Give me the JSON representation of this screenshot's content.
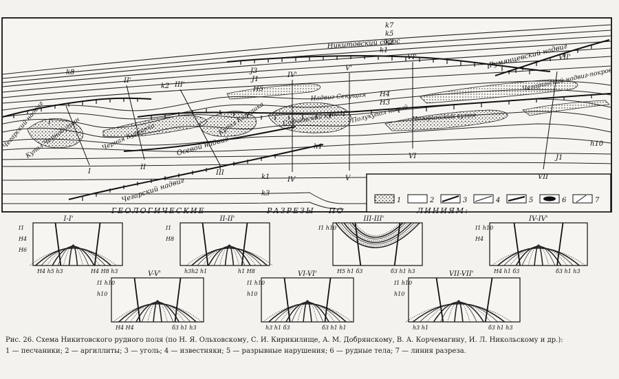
{
  "map": {
    "faults": {
      "nikitovsky_sbros": "Никитовский сброс",
      "rumyantsev": "Румянцевский надвиг",
      "chegarsky": "Чегарский надвиг",
      "oseva": "Осевой надвиг",
      "chegar_left": "Чегарский надвиг",
      "right_lower": "Чегаринский надвиг-покров"
    },
    "domes": {
      "chernobugrin": "Купол Чернобугрин",
      "chernaya_kurgan": "Черная Курганка",
      "kupol_katushka": "Купол Катушка",
      "sofievsky": "Софиевский купол",
      "poluk": "Полукупол новый",
      "chegarinsky": "Чегаринский купол",
      "sekuzaya": "Надвиг Секущая"
    },
    "beds": {
      "k7": "k7",
      "k5": "k5",
      "k2": "k2",
      "k1": "k1",
      "k8": "k8",
      "k3": "k3",
      "k1b": "k1",
      "j3": "J3",
      "j1": "J1",
      "h5": "H5",
      "h4": "H4",
      "h3": "H3",
      "h10": "h10",
      "h1": "h1",
      "j1b": "J1",
      "k2b": "k2"
    },
    "lines": {
      "I_top": "I'",
      "I_bot": "I",
      "II_top": "II'",
      "II_bot": "II",
      "III_top": "III'",
      "III_bot": "III",
      "IV_top": "IV'",
      "IV_bot": "IV",
      "V_top": "V'",
      "V_bot": "V",
      "VI_top": "VI'",
      "VI_bot": "VI",
      "VII_top": "VII'",
      "VII_bot": "VII"
    },
    "legend_numbers": [
      "1",
      "2",
      "3",
      "4",
      "5",
      "6",
      "7"
    ]
  },
  "sections_header": {
    "w1": "ГЕОЛОГИЧЕСКИЕ",
    "w2": "РАЗРЕЗЫ",
    "w3": "ПО",
    "w4": "ЛИНИЯМ:"
  },
  "insets": [
    {
      "title": "I-I'",
      "left_labels": [
        "I1",
        "H4",
        "H6"
      ],
      "bottom": "H4 h5 h3",
      "right": "H4 H8 h3"
    },
    {
      "title": "II-II'",
      "left_labels": [
        "I1",
        "H8"
      ],
      "bottom": "h3h2 h1",
      "right": "h1 H8"
    },
    {
      "title": "III-III'",
      "left_labels": [
        "I1 h10"
      ],
      "bottom": "H5 h1 б3",
      "right": "б3 h1 h3"
    },
    {
      "title": "IV-IV'",
      "left_labels": [
        "I1 h10",
        "H4"
      ],
      "bottom": "H4 h1 б3",
      "right": "б3 h1 h3"
    },
    {
      "title": "V-V'",
      "left_labels": [
        "I1 h10",
        "h10"
      ],
      "bottom": "H4 H4",
      "right": "б3 h1 h3"
    },
    {
      "title": "VI-VI'",
      "left_labels": [
        "I1 h10",
        "h10"
      ],
      "bottom": "h3 h1 б3",
      "right": "б3 h1 h1"
    },
    {
      "title": "VII-VII'",
      "left_labels": [
        "I1 h10",
        "h10"
      ],
      "bottom": "h3 h1",
      "right": "б3 h1 h3"
    }
  ],
  "caption": {
    "line1": "Рис. 26. Схема Никитовского рудного поля (по Н. Я. Ольховскому, С. И. Кирикилище, А. М. Добрянскому, В. А. Корчемагину, И. Л. Никольскому и др.):",
    "line2": "1 — песчаники; 2 — аргиллиты; 3 — уголь; 4 — известняки; 5 — разрывные нарушения; 6 — рудные тела; 7 — линия разреза."
  }
}
